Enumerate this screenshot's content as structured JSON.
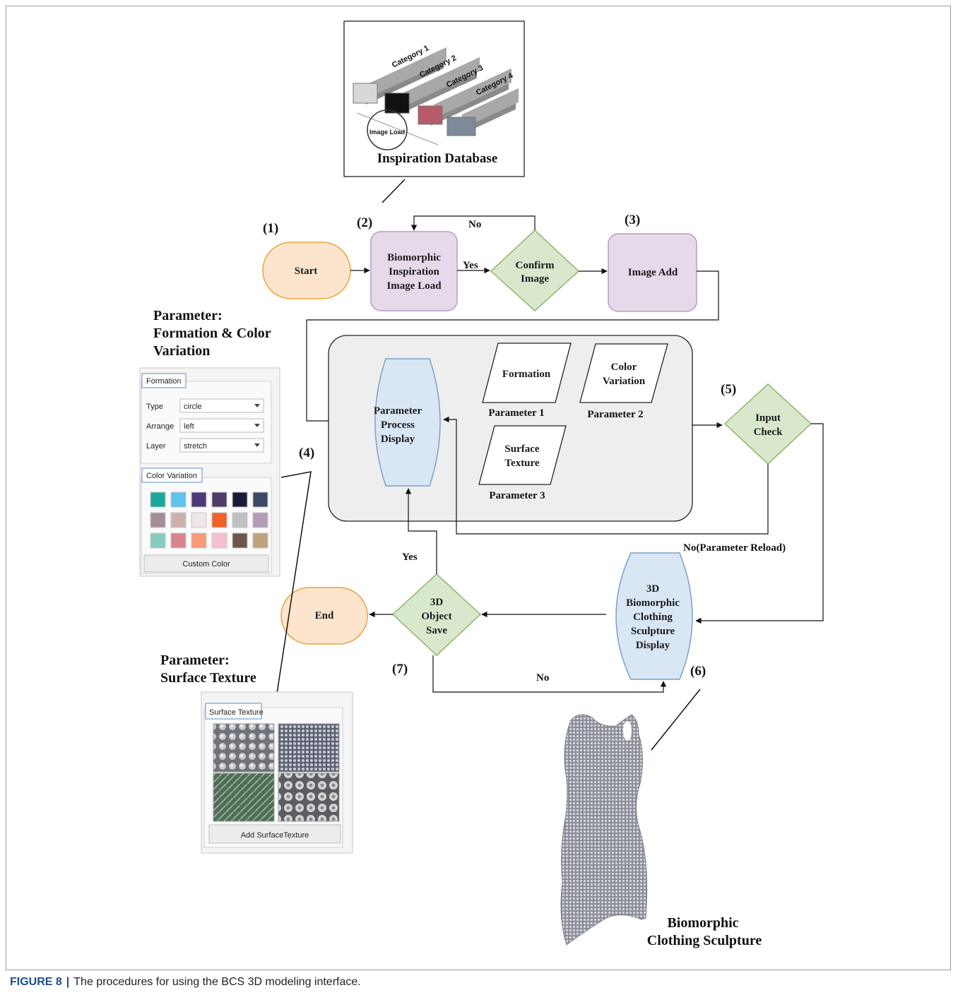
{
  "caption": {
    "figure": "FIGURE 8",
    "sep": "|",
    "text": "The procedures for using the BCS 3D modeling interface."
  },
  "inspiration_db": {
    "title": "Inspiration Database",
    "categories": [
      "Category 1",
      "Category 2",
      "Category 3",
      "Category 4"
    ],
    "image_load": "Image Load"
  },
  "steps": {
    "s1": "(1)",
    "s2": "(2)",
    "s3": "(3)",
    "s4": "(4)",
    "s5": "(5)",
    "s6": "(6)",
    "s7": "(7)"
  },
  "nodes": {
    "start": "Start",
    "bio_load": [
      "Biomorphic",
      "Inspiration",
      "Image Load"
    ],
    "confirm": [
      "Confirm",
      "Image"
    ],
    "image_add": "Image Add",
    "param_display": [
      "Parameter",
      "Process",
      "Display"
    ],
    "formation": "Formation",
    "color_variation": [
      "Color",
      "Variation"
    ],
    "surface_texture": [
      "Surface",
      "Texture"
    ],
    "param1": "Parameter  1",
    "param2": "Parameter  2",
    "param3": "Parameter  3",
    "input_check": [
      "Input",
      "Check"
    ],
    "sculpture_display": [
      "3D",
      "Biomorphic",
      "Clothing",
      "Sculpture",
      "Display"
    ],
    "object_save": [
      "3D",
      "Object",
      "Save"
    ],
    "end": "End"
  },
  "edge_labels": {
    "yes1": "Yes",
    "no1": "No",
    "no_reload": "No(Parameter Reload)",
    "yes2": "Yes",
    "no2": "No"
  },
  "side_labels": {
    "formation_color": [
      "Parameter:",
      "Formation & Color",
      "Variation"
    ],
    "surface": [
      "Parameter:",
      "Surface Texture"
    ]
  },
  "formation_panel": {
    "tab": "Formation",
    "rows": [
      {
        "label": "Type",
        "value": "circle"
      },
      {
        "label": "Arrange",
        "value": "left"
      },
      {
        "label": "Layer",
        "value": "stretch"
      }
    ]
  },
  "color_panel": {
    "tab": "Color Variation",
    "swatches": [
      "#1aa89c",
      "#5fc3ee",
      "#4a3a78",
      "#4e3b66",
      "#1c1a3a",
      "#3d4766",
      "#a38c99",
      "#cdb0aa",
      "#efe6ea",
      "#f0602a",
      "#bfc0c4",
      "#b39ab8",
      "#86cdbf",
      "#d9838f",
      "#f79a7a",
      "#f6bfcf",
      "#6e5549",
      "#bfa27e"
    ],
    "button": "Custom Color"
  },
  "texture_panel": {
    "tab": "Surface Texture",
    "button": "Add SurfaceTexture"
  },
  "sculpture_label": [
    "Biomorphic",
    "Clothing Sculpture"
  ],
  "colors": {
    "start_end_fill": "#fde5cd",
    "start_end_stroke": "#e8a23c",
    "purple_fill": "#e6d9ea",
    "purple_stroke": "#b79ac4",
    "diamond_fill": "#d9e8cc",
    "diamond_stroke": "#8fb26c",
    "blue_fill": "#d9e6f4",
    "blue_stroke": "#7aa0cc",
    "panel_fill": "#eeeeee"
  }
}
